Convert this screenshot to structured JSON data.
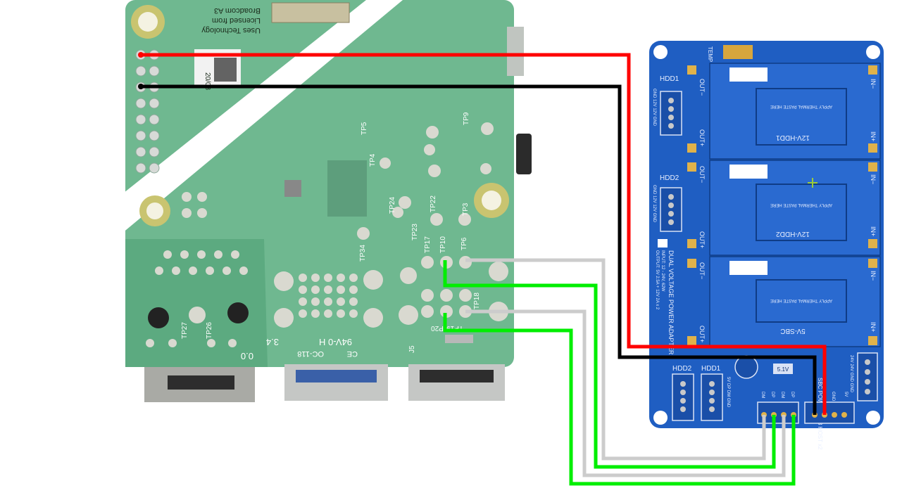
{
  "raspberry_pi": {
    "silk_top": [
      "Uses Technology",
      "Licensed from",
      "Broadcom A3"
    ],
    "date_code": "20/03",
    "test_points": {
      "tp5": "TP5",
      "tp9": "TP9",
      "tp4": "TP4",
      "tp24": "TP24",
      "tp22": "TP22",
      "tp3": "TP3",
      "tp23": "TP23",
      "tp17": "TP17",
      "tp10": "TP10",
      "tp6": "TP6",
      "tp34": "TP34",
      "tp27": "TP27",
      "tp26": "TP26",
      "tp19": "TP19",
      "tp20": "TP20",
      "tp18": "TP18"
    },
    "board_mark": "94V-0 H",
    "board_mark_2": "3.4",
    "ce_mark": "CE",
    "oc_mark": "OC-118",
    "j5": "J5",
    "rev_mark": "0.0"
  },
  "power_adapter": {
    "temp": "TEMP",
    "hdd1": "HDD1",
    "hdd2": "HDD2",
    "hdd_pins": "GND 12V 12V GND",
    "out_minus": "OUT−",
    "out_plus": "OUT+",
    "in_minus": "IN−",
    "in_plus": "IN+",
    "thermal": "APPLY THERMAL PASTE HERE",
    "sec_hdd1": "12V-HDD1",
    "sec_hdd2": "12V-HDD2",
    "sec_sbc": "5V-SBC",
    "title": "DUAL VOLTAGE POWER ADAPTER",
    "input_spec": "INPUT: 12 - 24V, 62W",
    "output_spec": "OUTPUT: 5V 2.5A + 12V 2A x 2",
    "bottom_hdd2": "HDD2",
    "bottom_hdd1": "HDD1",
    "usb_label": "SBC POWER USB HOST x2",
    "usb_pins": "5V DP DM GND",
    "dp_dm": [
      "DM",
      "DP",
      "DM",
      "DP"
    ],
    "power_pins": [
      "GND",
      "5V"
    ],
    "zener": "5.1V",
    "in_conn": "24V 24V GND GND"
  },
  "wires": {
    "colors": {
      "power": "#ff0000",
      "ground": "#000000",
      "data_plus": "#00ee00",
      "data_minus": "#cccccc"
    }
  }
}
